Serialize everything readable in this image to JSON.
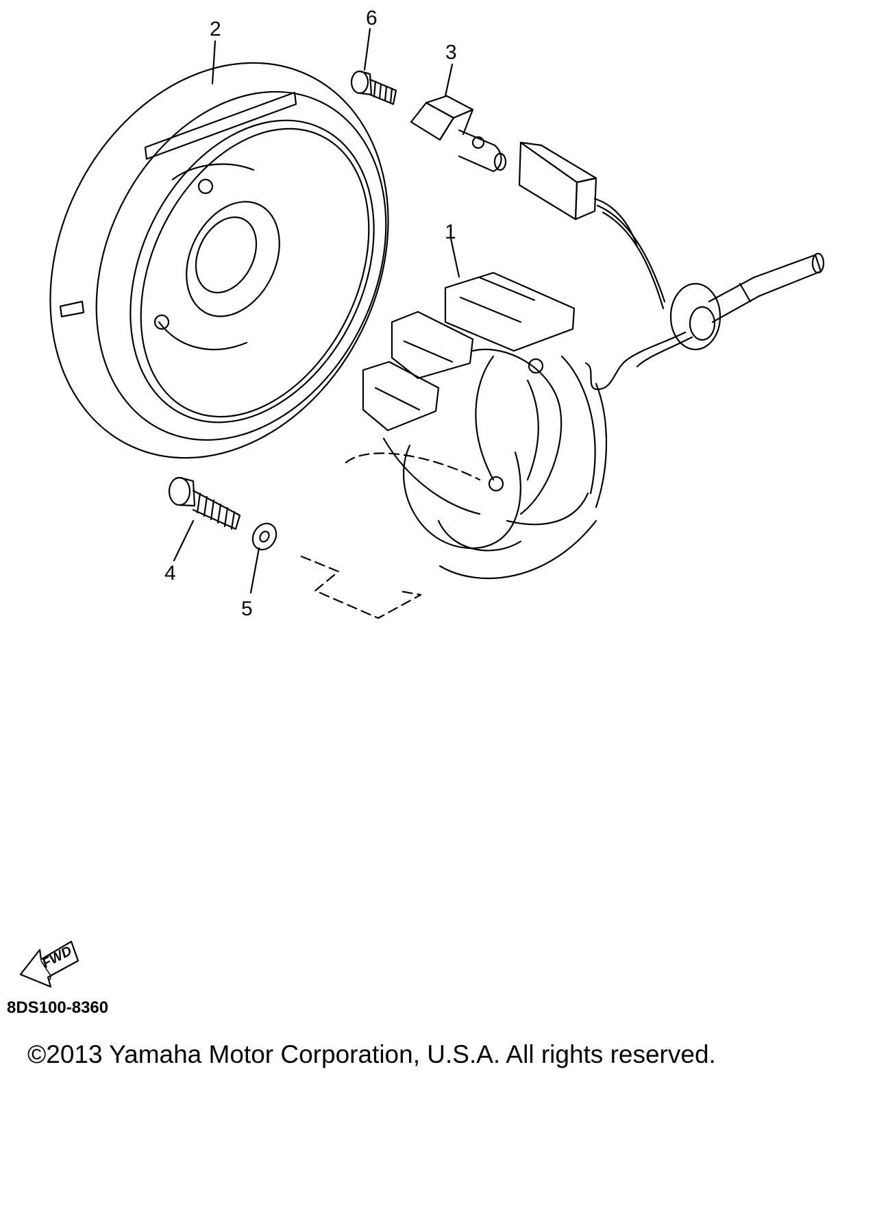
{
  "diagram": {
    "callouts": [
      {
        "id": "1",
        "label": "1"
      },
      {
        "id": "2",
        "label": "2"
      },
      {
        "id": "3",
        "label": "3"
      },
      {
        "id": "4",
        "label": "4"
      },
      {
        "id": "5",
        "label": "5"
      },
      {
        "id": "6",
        "label": "6"
      }
    ],
    "direction_label": "FWD",
    "diagram_code": "8DS100-8360",
    "copyright": "©2013 Yamaha Motor Corporation, U.S.A. All rights reserved."
  }
}
